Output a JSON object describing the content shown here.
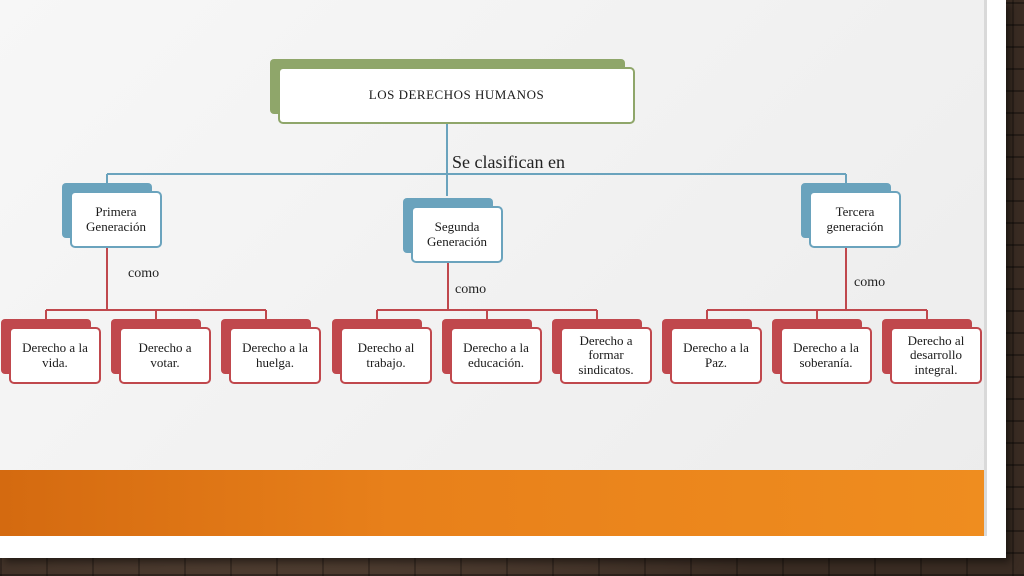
{
  "diagram": {
    "root": "LOS DERECHOS HUMANOS",
    "connector_main": "Se clasifican en",
    "groups": [
      {
        "title": "Primera\nGeneración",
        "connector": "como",
        "items": [
          "Derecho a la vida.",
          "Derecho a votar.",
          "Derecho a la huelga."
        ]
      },
      {
        "title": "Segunda\nGeneración",
        "connector": "como",
        "items": [
          "Derecho al trabajo.",
          "Derecho a la educación.",
          "Derecho a formar sindicatos."
        ]
      },
      {
        "title": "Tercera\ngeneración",
        "connector": "como",
        "items": [
          "Derecho a la Paz.",
          "Derecho a la soberanía.",
          "Derecho al desarrollo integral."
        ]
      }
    ]
  },
  "colors": {
    "root": "#8fa66a",
    "generation": "#6aa3bd",
    "item": "#c0484d",
    "band": "#e8801a"
  }
}
